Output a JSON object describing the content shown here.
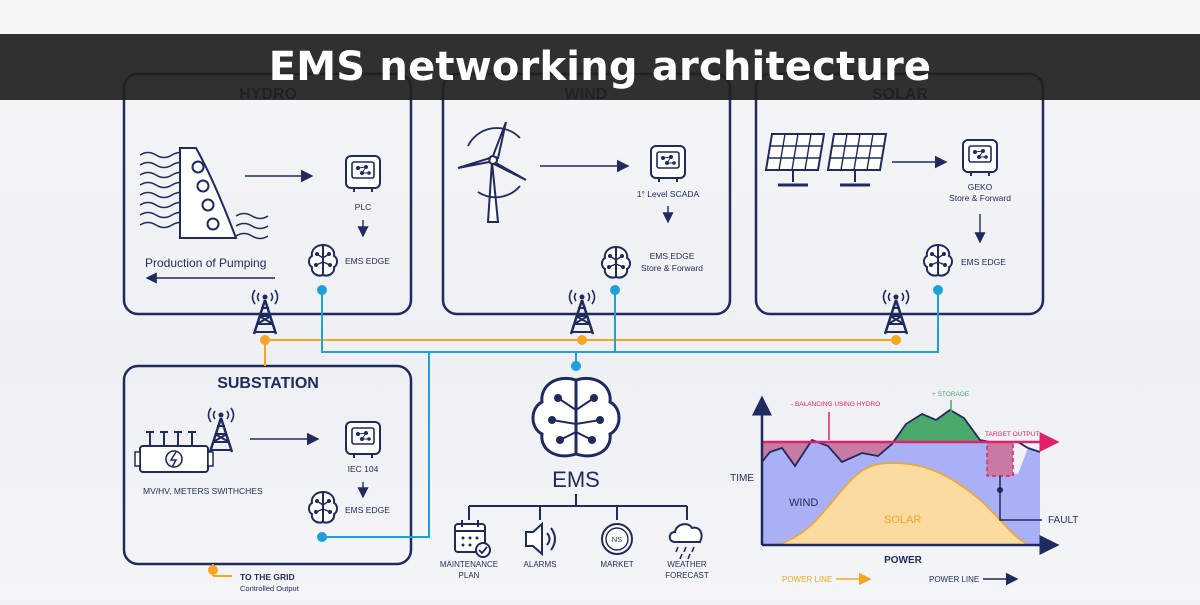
{
  "title": "EMS networking architecture",
  "panels": {
    "hydro": {
      "title": "HYDRO",
      "device_label": "PLC",
      "edge_label": "EMS EDGE",
      "flow_label": "Production of Pumping"
    },
    "wind": {
      "title": "WIND",
      "device_label": "1° Level SCADA",
      "edge_label_1": "EMS EDGE",
      "edge_label_2": "Store & Forward"
    },
    "solar": {
      "title": "SOLAR",
      "device_label_1": "GEKO",
      "device_label_2": "Store & Forward",
      "edge_label": "EMS EDGE"
    },
    "substation": {
      "title": "SUBSTATION",
      "device_label": "IEC 104",
      "edge_label": "EMS EDGE",
      "equipment_label": "MV/HV, METERS SWITHCHES"
    }
  },
  "grid": {
    "label": "TO THE GRID",
    "sublabel": "Controlled Output"
  },
  "ems": {
    "label": "EMS",
    "services": [
      {
        "line1": "MAINTENANCE",
        "line2": "PLAN",
        "icon": "calendar-icon"
      },
      {
        "line1": "ALARMS",
        "line2": "",
        "icon": "speaker-icon"
      },
      {
        "line1": "MARKET",
        "line2": "",
        "icon": "ns-coin-icon",
        "badge": "NS"
      },
      {
        "line1": "WEATHER",
        "line2": "FORECAST",
        "icon": "rain-cloud-icon"
      }
    ]
  },
  "chart": {
    "ylabel": "TIME",
    "xlabel": "POWER",
    "annotations": {
      "balancing": "- BALANCING USING HYDRO",
      "storage": "+ STORAGE",
      "target": "TARGET OUTPUT",
      "fault": "FAULT"
    },
    "areas": {
      "wind": "WIND",
      "solar": "SOLAR"
    },
    "legend": {
      "power_line_grid": "POWER LINE",
      "power_line_data": "POWER LINE"
    }
  },
  "colors": {
    "navy": "#1f2a5e",
    "orange": "#f5a623",
    "cyan": "#1ea0dc",
    "magenta": "#e0206e",
    "wind_fill": "#a9b0f5",
    "solar_fill": "#fbdba0",
    "balancing_fill": "#c87aa3",
    "storage_fill": "#4aa86a"
  }
}
